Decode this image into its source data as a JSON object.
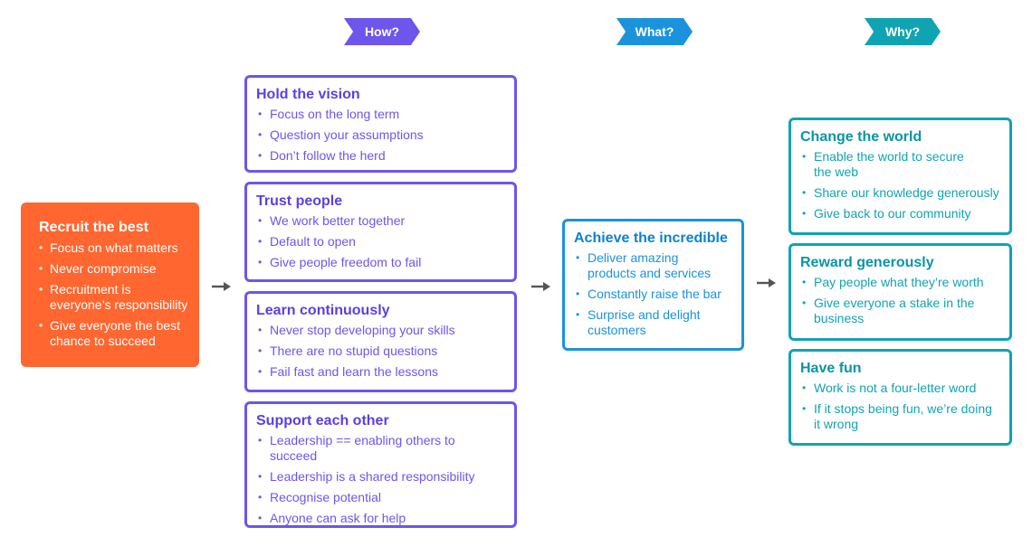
{
  "colors": {
    "recruit": "#ff6630",
    "how": "#6e55ec",
    "what": "#1a93dc",
    "why": "#10a4b3",
    "arrow": "#555555"
  },
  "tags": {
    "how": "How?",
    "what": "What?",
    "why": "Why?"
  },
  "recruit": {
    "title": "Recruit the best",
    "items": [
      "Focus on what matters",
      "Never compromise",
      "Recruitment is everyone’s responsibility",
      "Give everyone the best chance to succeed"
    ]
  },
  "how": [
    {
      "title": "Hold the vision",
      "items": [
        "Focus on the long term",
        "Question your assumptions",
        "Don’t follow the herd"
      ]
    },
    {
      "title": "Trust people",
      "items": [
        "We work better together",
        "Default to open",
        "Give people freedom to fail"
      ]
    },
    {
      "title": "Learn continuously",
      "items": [
        "Never stop developing your skills",
        "There are no stupid questions",
        "Fail fast and learn the lessons"
      ]
    },
    {
      "title": "Support each other",
      "items": [
        "Leadership == enabling others to succeed",
        "Leadership is a shared responsibility",
        "Recognise potential",
        "Anyone can ask for help"
      ]
    }
  ],
  "what": {
    "title": "Achieve the incredible",
    "items": [
      "Deliver amazing products and services",
      "Constantly raise the bar",
      "Surprise and delight customers"
    ]
  },
  "why": [
    {
      "title": "Change the world",
      "items": [
        "Enable the world to secure the web",
        "Share our knowledge generously",
        "Give back to our community"
      ]
    },
    {
      "title": "Reward generously",
      "items": [
        "Pay people what they’re worth",
        "Give everyone a stake in the business"
      ]
    },
    {
      "title": "Have fun",
      "items": [
        "Work is not a four-letter word",
        "If it stops being fun, we’re doing it wrong"
      ]
    }
  ]
}
